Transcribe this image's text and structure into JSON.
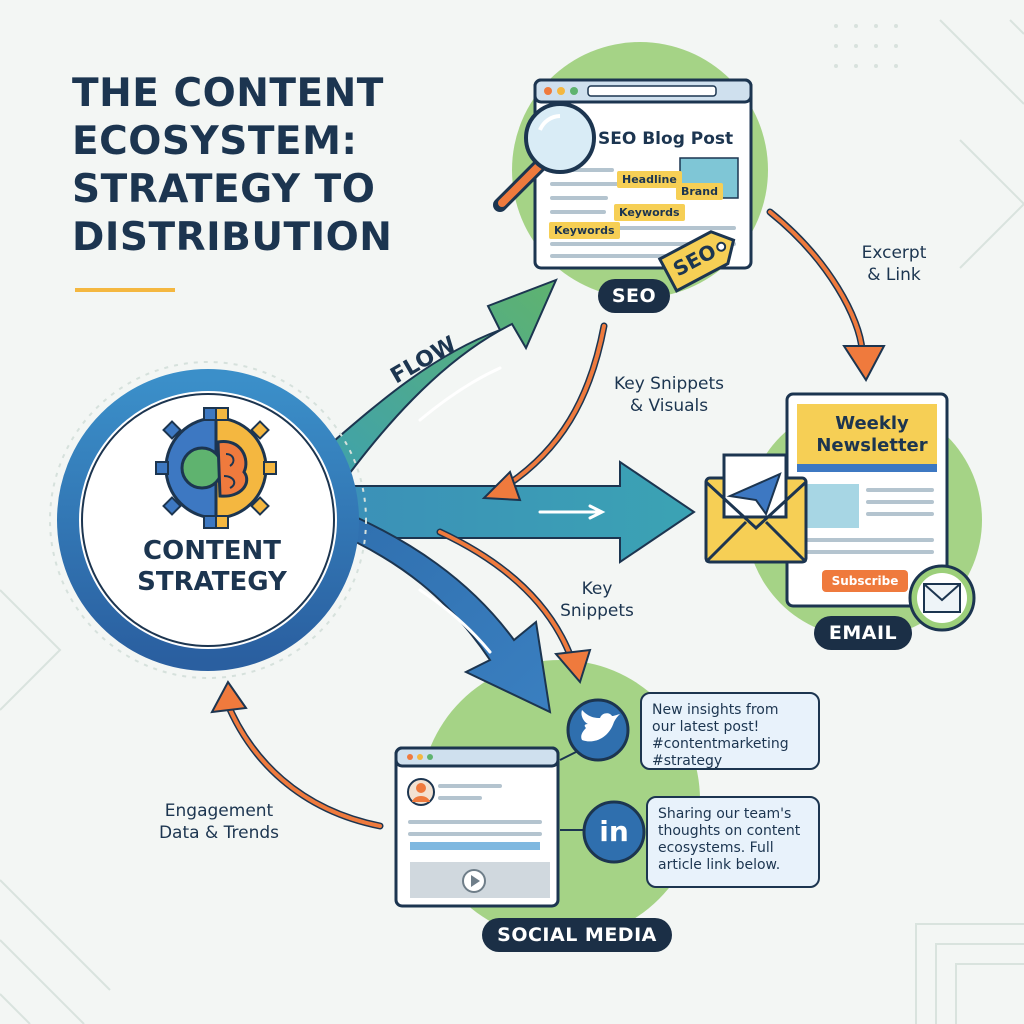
{
  "title": {
    "line1": "THE CONTENT",
    "line2": "ECOSYSTEM:",
    "line3": "STRATEGY TO",
    "line4": "DISTRIBUTION"
  },
  "core": {
    "line1": "CONTENT",
    "line2": "STRATEGY"
  },
  "flow_label": "FLOW",
  "seo": {
    "pill": "SEO",
    "blog_title": "SEO Blog Post",
    "tags": [
      "Headline",
      "Brand",
      "Keywords",
      "Keywords"
    ],
    "badge": "SEO"
  },
  "email": {
    "pill": "EMAIL",
    "newsletter_line1": "Weekly",
    "newsletter_line2": "Newsletter",
    "subscribe": "Subscribe"
  },
  "social": {
    "pill": "SOCIAL MEDIA",
    "twitter_post": [
      "New insights from",
      "our latest post!",
      "#contentmarketing",
      "#strategy"
    ],
    "linkedin_post": [
      "Sharing our team's",
      "thoughts on content",
      "ecosystems. Full",
      "article link below."
    ],
    "linkedin_glyph": "in"
  },
  "edges": {
    "excerpt": [
      "Excerpt",
      "& Link"
    ],
    "key_snippets_visuals": [
      "Key Snippets",
      "& Visuals"
    ],
    "key_snippets": [
      "Key",
      "Snippets"
    ],
    "engagement": [
      "Engagement",
      "Data & Trends"
    ]
  },
  "colors": {
    "navy": "#1c3550",
    "green_blob": "#9ccf7a",
    "arrow_blue": "#2f6fae",
    "arrow_teal": "#3b9fb3",
    "arrow_green": "#5fb36f",
    "orange": "#ef7a3d",
    "yellow": "#f6cf55"
  },
  "icons": [
    "magnifier-icon",
    "gear-brain-icon",
    "seo-tag-icon",
    "envelope-icon",
    "paper-plane-icon",
    "twitter-bird-icon",
    "linkedin-icon",
    "avatar-icon",
    "play-icon"
  ]
}
